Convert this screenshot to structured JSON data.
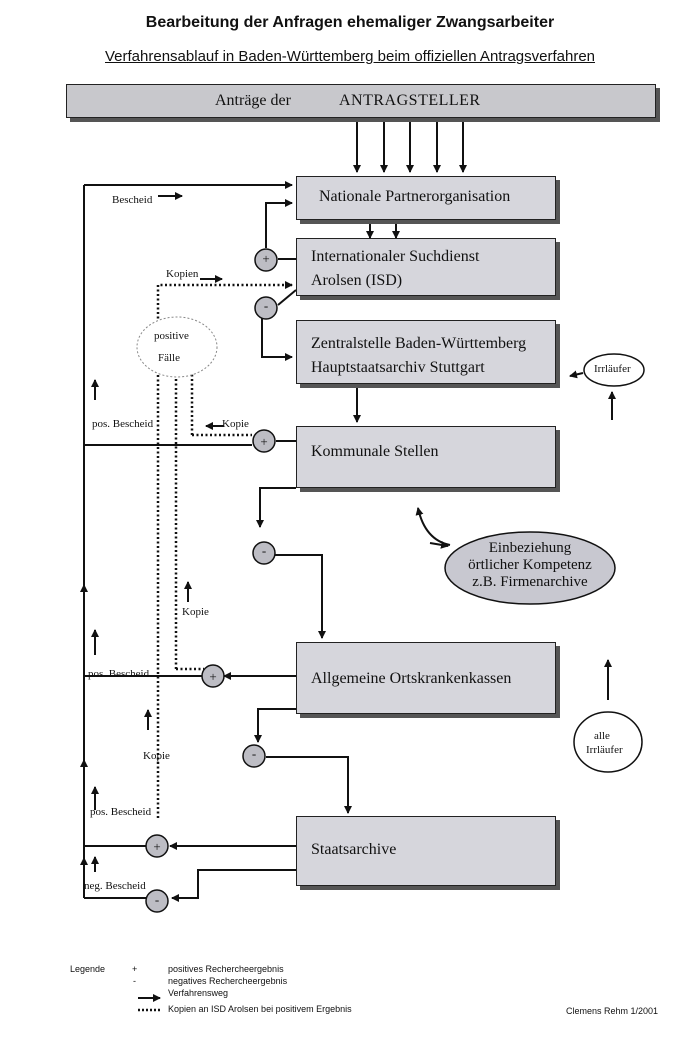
{
  "header": {
    "title": "Bearbeitung der Anfragen ehemaliger Zwangsarbeiter",
    "subtitle": "Verfahrensablauf in Baden-Württemberg beim offiziellen Antragsverfahren"
  },
  "top_bar": {
    "prefix": "Anträge der",
    "label": "ANTRAGSTELLER"
  },
  "boxes": {
    "partner": "Nationale Partnerorganisation",
    "isd_line1": "Internationaler Suchdienst",
    "isd_line2": "Arolsen (ISD)",
    "zentral_line1": "Zentralstelle Baden-Württemberg",
    "zentral_line2": "Hauptstaatsarchiv Stuttgart",
    "kommunal": "Kommunale Stellen",
    "aok": "Allgemeine Ortskrankenkassen",
    "staatsarchive": "Staatsarchive"
  },
  "ellipses": {
    "positive_line1": "positive",
    "positive_line2": "Fälle",
    "irrlaeufer": "Irrläufer",
    "einbeziehung_line1": "Einbeziehung",
    "einbeziehung_line2": "örtlicher Kompetenz",
    "einbeziehung_line3": "z.B. Firmenarchive",
    "alle_line1": "alle",
    "alle_line2": "Irrläufer"
  },
  "labels": {
    "bescheid": "Bescheid",
    "kopien": "Kopien",
    "kopie": "Kopie",
    "pos_bescheid": "pos. Bescheid",
    "neg_bescheid": "neg. Bescheid",
    "plus": "+",
    "minus": "-"
  },
  "legend": {
    "title": "Legende",
    "plus_symbol": "+",
    "plus_text": "positives Rechercheergebnis",
    "minus_symbol": "-",
    "minus_text": "negatives Rechercheergebnis",
    "arrow_text": "Verfahrensweg",
    "dotted_text": "Kopien an ISD Arolsen bei positivem Ergebnis"
  },
  "credit": "Clemens Rehm 1/2001"
}
